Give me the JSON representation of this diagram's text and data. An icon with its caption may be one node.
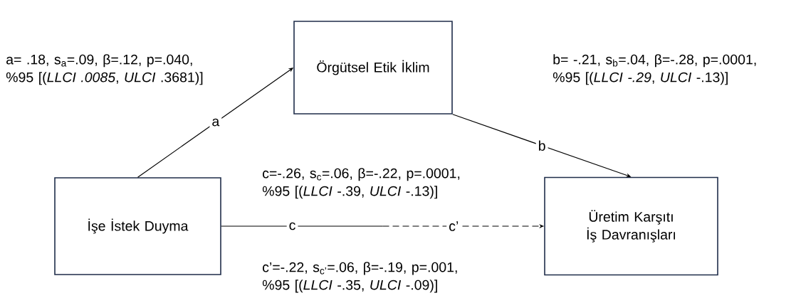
{
  "diagram": {
    "nodes": [
      {
        "text": [
          "İşe İstek Duyma"
        ]
      },
      {
        "text": [
          "Örgütsel Etik İklim"
        ]
      },
      {
        "text": [
          "Üretim Karşıtı İş Davranışları"
        ]
      }
    ],
    "edges": [
      {
        "from": 0,
        "to": 1,
        "arrow": "to",
        "label": "a"
      },
      {
        "from": 1,
        "to": 2,
        "arrow": "to",
        "label": "b"
      },
      {
        "from": 0,
        "to": 2,
        "arrow": "to",
        "label": "c"
      }
    ],
    "labels": [
      "c’",
      "a= .18, s$_{a}$=.09, β=.12, p=.040, %95 [(*LLCI .0085*, *ULCI* .3681)]",
      "b= -.21, s$_{b}$=.04, β=-.28, p=.0001, %95 [(*LLCI -.29*, *ULCI* -.13)]",
      "c=-.26, s$_{c}$=.06, β=-.22, p=.0001, %95 [(*LLCI* -.39, *ULCI* -.13)]",
      "c’=-.22, s$_{c’}$=.06, β=-.19, p=.001, %95 [(*LLCI* -.35, *ULCI* -.09)]"
    ]
  }
}
